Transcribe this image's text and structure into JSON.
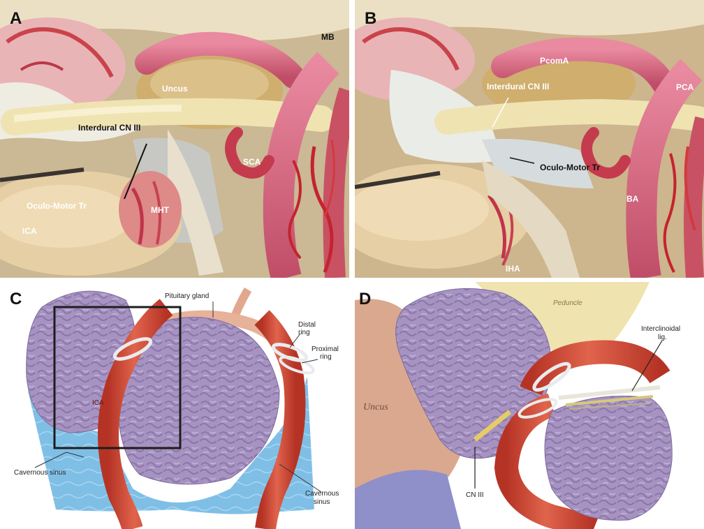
{
  "panels": {
    "a": {
      "letter": "A",
      "labels": {
        "mb": "MB",
        "uncus": "Uncus",
        "interdural": "Interdural CN III",
        "oculomotor": "Oculo-Motor Tr",
        "sca": "SCA",
        "mht": "MHT",
        "ica": "ICA"
      }
    },
    "b": {
      "letter": "B",
      "labels": {
        "pcoma": "PcomA",
        "interdural": "Interdural CN III",
        "pca": "PCA",
        "oculomotor": "Oculo-Motor Tr",
        "ba": "BA",
        "iha": "IHA"
      }
    },
    "c": {
      "letter": "C",
      "labels": {
        "pituitary": "Pituitary gland",
        "distal_ring_1": "Distal",
        "distal_ring_2": "ring",
        "proximal_ring_1": "Proximal",
        "proximal_ring_2": "ring",
        "ica": "ICA",
        "cavernous_left": "Cavernous sinus",
        "cavernous_right_1": "Cavernous",
        "cavernous_right_2": "sinus"
      }
    },
    "d": {
      "letter": "D",
      "labels": {
        "peduncle": "Peduncle",
        "interclinoidal_1": "Interclinoidal",
        "interclinoidal_2": "lig.",
        "uncus": "Uncus",
        "cn3": "CN III"
      }
    }
  },
  "colors": {
    "photo_tissue": "#e6d2b0",
    "artery": "#d24a3a",
    "vessel_pink": "#d96a7e",
    "brain_purple": "#a896c2",
    "sinus_blue": "#7fbfe6",
    "peduncle_yellow": "#efe3b0",
    "uncus_tan": "#d9a88f"
  }
}
